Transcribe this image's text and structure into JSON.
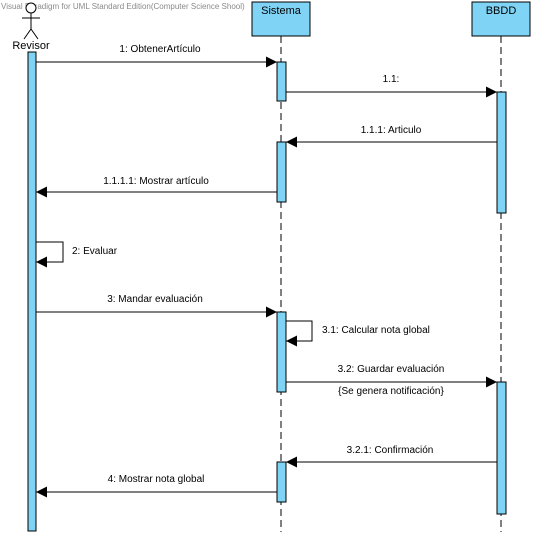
{
  "watermark": "Visual Paradigm for UML Standard Edition(Computer Science Shool)",
  "colors": {
    "lifeline_fill": "#7fd3f5",
    "line": "#000000",
    "background": "#ffffff"
  },
  "actor": {
    "name": "Revisor",
    "icon": "stick-figure-actor-icon"
  },
  "participants": [
    {
      "name": "Sistema"
    },
    {
      "name": "BBDD"
    }
  ],
  "messages": [
    {
      "label": "1: ObtenerArtículo"
    },
    {
      "label": "1.1:"
    },
    {
      "label": "1.1.1: Articulo"
    },
    {
      "label": "1.1.1.1: Mostrar artículo"
    },
    {
      "label": "2: Evaluar"
    },
    {
      "label": "3: Mandar evaluación"
    },
    {
      "label": "3.1: Calcular nota global"
    },
    {
      "label": "3.2: Guardar evaluación"
    },
    {
      "label": "3.2.1: Confirmación"
    },
    {
      "label": "4: Mostrar nota global"
    }
  ],
  "notes": [
    {
      "label": "{Se genera notificación}"
    }
  ]
}
